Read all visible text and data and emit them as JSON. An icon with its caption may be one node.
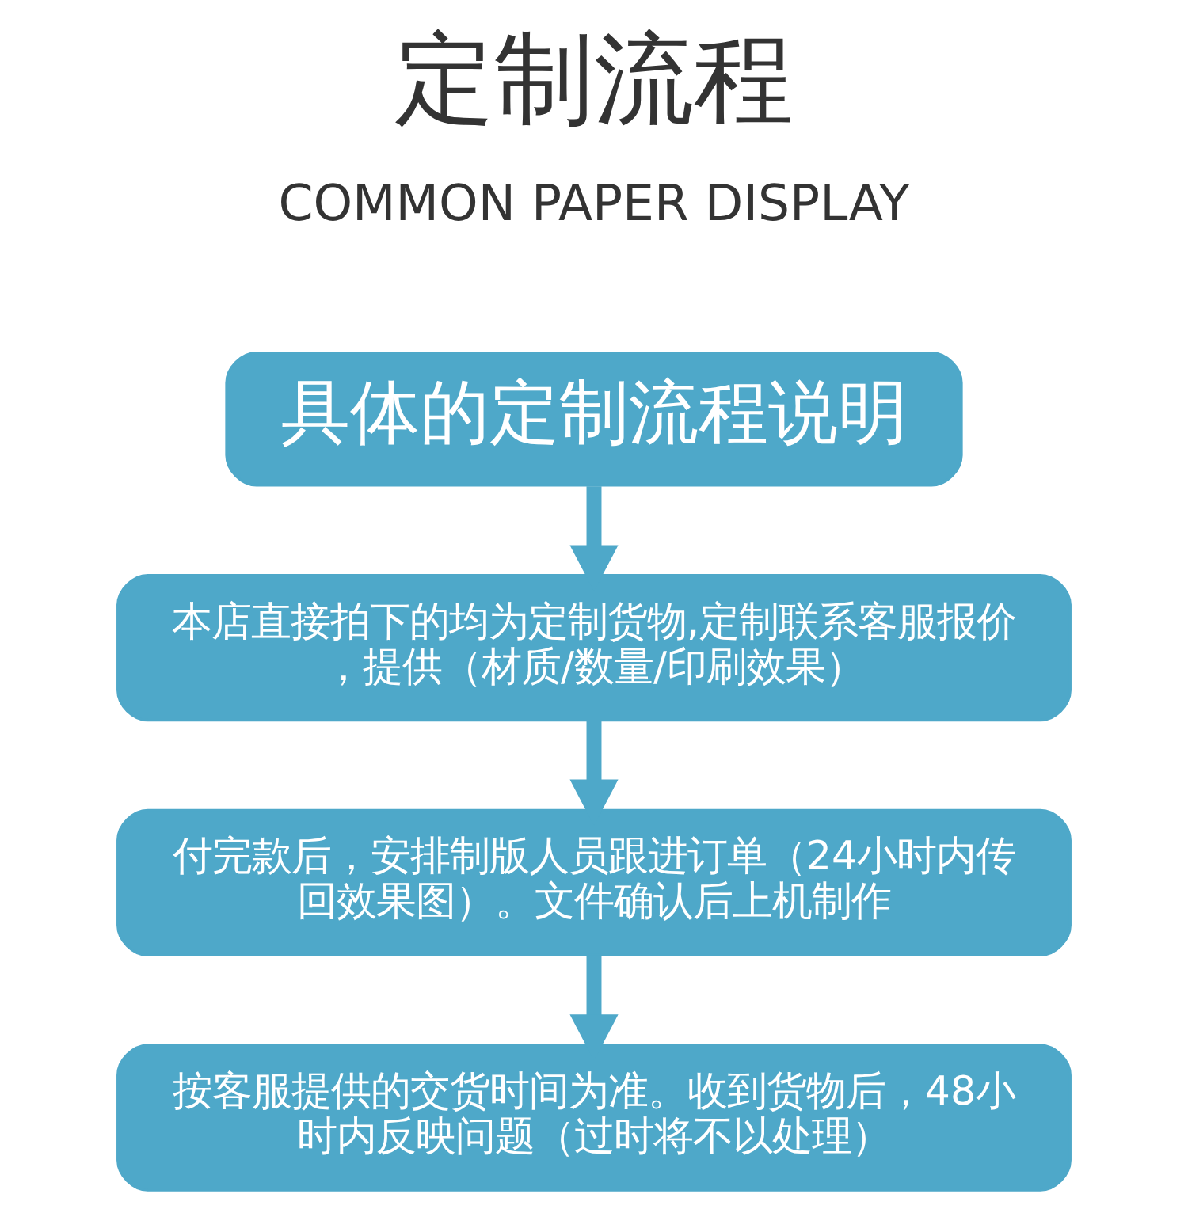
{
  "diagram": {
    "title": "定制流程",
    "nodes": [
      {
        "text": [
          "具体的定制流程说明"
        ]
      },
      {
        "text": [
          "本店直接拍下的均为定制货物,定制联系客服报价，提供（材质/数量/印刷效果）"
        ]
      },
      {
        "text": [
          "付完款后，安排制版人员跟进订单（24小时内传回效果图）。文件确认后上机制作"
        ]
      },
      {
        "text": [
          "按客服提供的交货时间为准。收到货物后，48小时内反映问题（过时将不以处理）"
        ]
      }
    ],
    "edges": [
      {
        "from": 0,
        "to": 1,
        "arrow": "to"
      },
      {
        "from": 1,
        "to": 2,
        "arrow": "to"
      },
      {
        "from": 2,
        "to": 3,
        "arrow": "to"
      }
    ],
    "labels": [
      "COMMON PAPER DISPLAY"
    ]
  }
}
